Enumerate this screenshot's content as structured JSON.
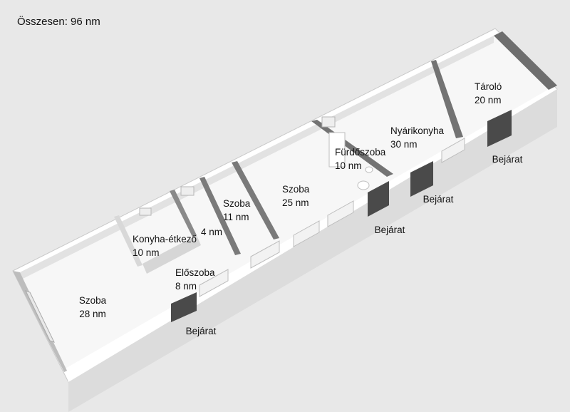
{
  "total": "Összesen: 96 nm",
  "rooms": [
    {
      "name": "Szoba",
      "area": "28 nm"
    },
    {
      "name": "Konyha-étkező",
      "area": "10 nm"
    },
    {
      "name": "Előszoba",
      "area": "8 nm"
    },
    {
      "name": "",
      "area": "4 nm"
    },
    {
      "name": "Szoba",
      "area": "11 nm"
    },
    {
      "name": "Szoba",
      "area": "25 nm"
    },
    {
      "name": "Fürdőszoba",
      "area": "10 nm"
    },
    {
      "name": "Nyárikonyha",
      "area": "30 nm"
    },
    {
      "name": "Tároló",
      "area": "20 nm"
    }
  ],
  "entrances": [
    "Bejárat",
    "Bejárat",
    "Bejárat",
    "Bejárat"
  ],
  "colors": {
    "background": "#e8e8e8",
    "floor": "#f7f7f7",
    "wall_top": "#ffffff",
    "wall_light": "#dedede",
    "wall_dark": "#6e6e6e",
    "door": "#4a4a4a",
    "window": "#f2f2f2"
  }
}
